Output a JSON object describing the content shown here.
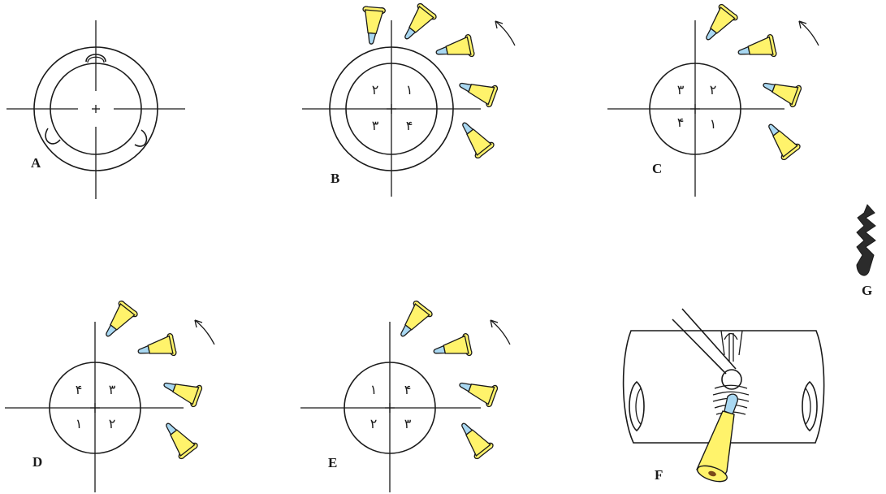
{
  "colors": {
    "ink": "#1a1a1a",
    "nozzle_body": "#fff36b",
    "nozzle_tip": "#a9d8f2",
    "paper": "#ffffff"
  },
  "panels": [
    {
      "id": "A",
      "label": "A",
      "quadrant_numbers": []
    },
    {
      "id": "B",
      "label": "B",
      "quadrant_numbers": [
        "۱",
        "۲",
        "۳",
        "۴"
      ]
    },
    {
      "id": "C",
      "label": "C",
      "quadrant_numbers": [
        "۲",
        "۳",
        "۴",
        "۱"
      ]
    },
    {
      "id": "D",
      "label": "D",
      "quadrant_numbers": [
        "۳",
        "۴",
        "۱",
        "۲"
      ]
    },
    {
      "id": "E",
      "label": "E",
      "quadrant_numbers": [
        "۴",
        "۱",
        "۲",
        "۳"
      ]
    },
    {
      "id": "F",
      "label": "F"
    },
    {
      "id": "G",
      "label": "G"
    }
  ],
  "icons": [
    "torch-nozzle-icon",
    "rotation-arrow-icon",
    "preheat-pattern-icon"
  ]
}
